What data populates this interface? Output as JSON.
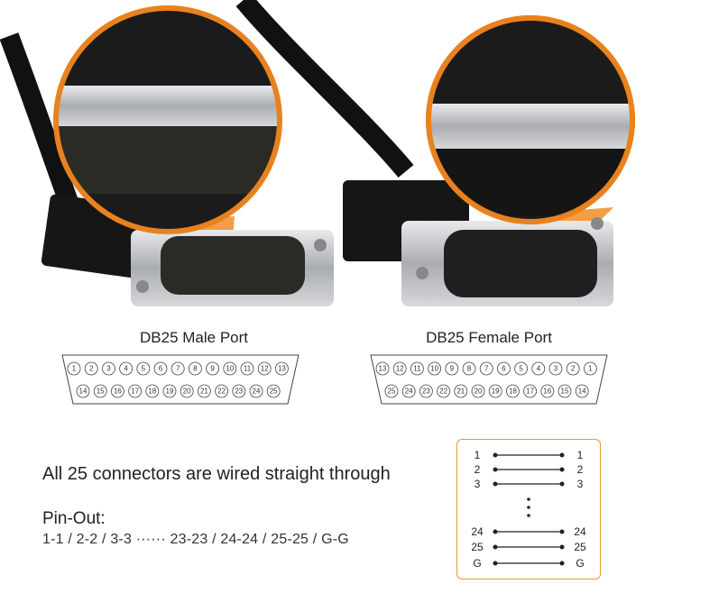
{
  "male_port": {
    "title": "DB25 Male Port",
    "top_row": [
      "1",
      "2",
      "3",
      "4",
      "5",
      "6",
      "7",
      "8",
      "9",
      "10",
      "11",
      "12",
      "13"
    ],
    "bottom_row": [
      "14",
      "15",
      "16",
      "17",
      "18",
      "19",
      "20",
      "21",
      "22",
      "23",
      "24",
      "25"
    ]
  },
  "female_port": {
    "title": "DB25 Female Port",
    "top_row": [
      "13",
      "12",
      "11",
      "10",
      "9",
      "8",
      "7",
      "6",
      "5",
      "4",
      "3",
      "2",
      "1"
    ],
    "bottom_row": [
      "25",
      "24",
      "23",
      "22",
      "21",
      "20",
      "19",
      "18",
      "17",
      "16",
      "15",
      "14"
    ]
  },
  "headline": "All 25 connectors are wired straight through",
  "pinout": {
    "title": "Pin-Out:",
    "text": "1-1 / 2-2 / 3-3 ······ 23-23 / 24-24 / 25-25 / G-G"
  },
  "wiring": {
    "rows": [
      {
        "left": "1",
        "right": "1"
      },
      {
        "left": "2",
        "right": "2"
      },
      {
        "left": "3",
        "right": "3"
      },
      {
        "left": "24",
        "right": "24"
      },
      {
        "left": "25",
        "right": "25"
      },
      {
        "left": "G",
        "right": "G"
      }
    ]
  },
  "colors": {
    "accent": "#e8821e",
    "cable": "#1a1a1a",
    "metal": "#c7c9cc"
  }
}
